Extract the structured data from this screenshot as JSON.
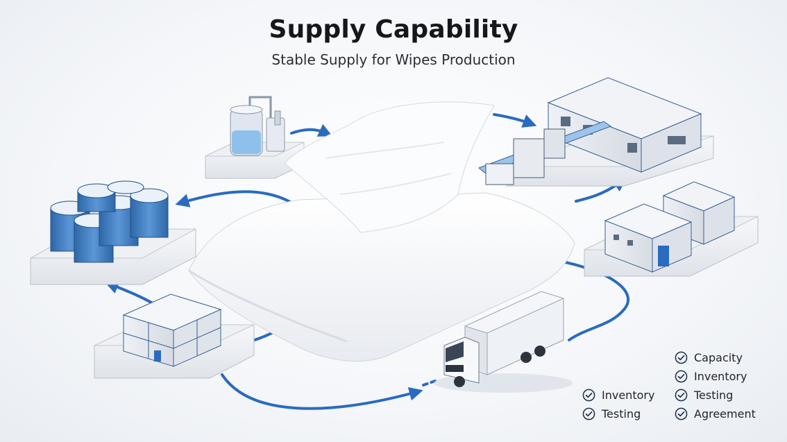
{
  "header": {
    "title": "Supply Capability",
    "subtitle": "Stable Supply for Wipes Production"
  },
  "checklist_left": {
    "items": [
      {
        "label": "Inventory"
      },
      {
        "label": "Testing"
      }
    ]
  },
  "checklist_right": {
    "items": [
      {
        "label": "Capacity"
      },
      {
        "label": "Inventory"
      },
      {
        "label": "Testing"
      },
      {
        "label": "Agreement"
      }
    ]
  },
  "colors": {
    "accent_blue": "#2a6bbf",
    "tank_blue": "#3f7fc4",
    "platform_gray": "#c9ced6",
    "check_navy": "#1f2f4a"
  },
  "icons": [
    "check-circle-icon",
    "truck-icon",
    "warehouse-icon",
    "factory-icon",
    "tank-icon",
    "wipes-pack-icon"
  ]
}
